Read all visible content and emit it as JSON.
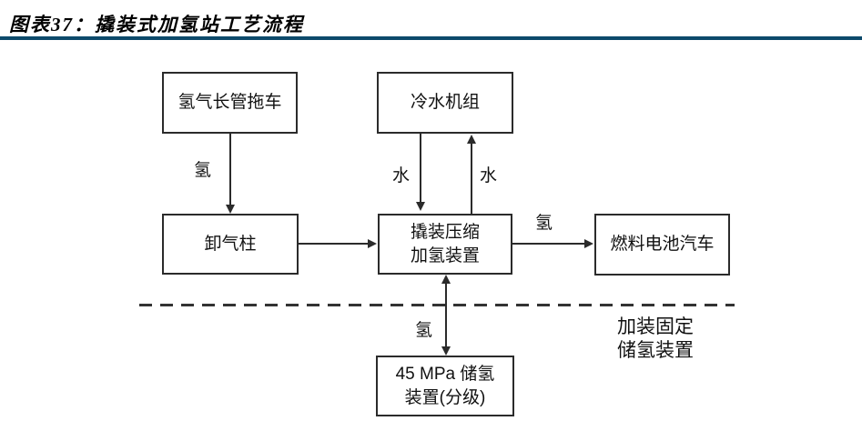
{
  "header": {
    "title": "图表37：撬装式加氢站工艺流程",
    "rule_color": "#0d4a6b"
  },
  "diagram": {
    "type": "flowchart",
    "nodes": {
      "trailer": {
        "label": "氢气长管拖车"
      },
      "chiller": {
        "label": "冷水机组"
      },
      "unloading": {
        "label": "卸气柱"
      },
      "compressor": {
        "line1": "撬装压缩",
        "line2": "加氢装置"
      },
      "vehicle": {
        "label": "燃料电池汽车"
      },
      "storage": {
        "line1": "45 MPa 储氢",
        "line2": "装置(分级)"
      }
    },
    "flow_labels": {
      "hydrogen_trailer_to_unloading": "氢",
      "water_supply": "水",
      "water_return": "水",
      "hydrogen_to_vehicle": "氢",
      "hydrogen_to_storage": "氢"
    },
    "annotation": {
      "line1": "加装固定",
      "line2": "储氢装置"
    },
    "line_color": "#2b2b2b"
  }
}
